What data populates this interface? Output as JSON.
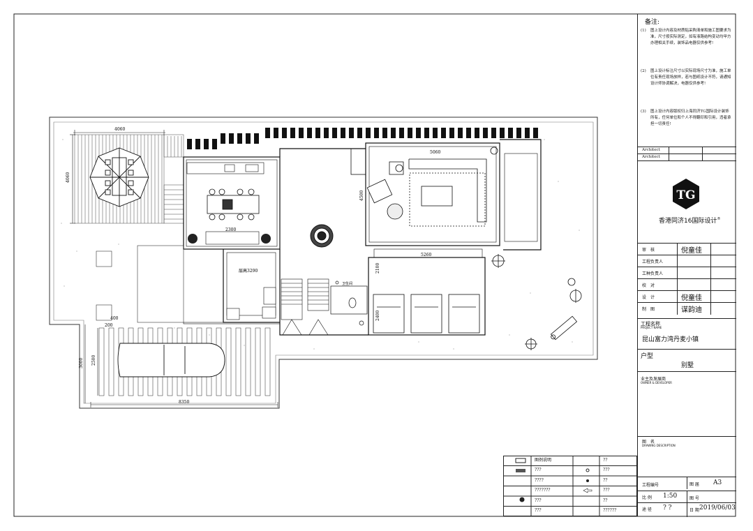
{
  "drawing": {
    "dimensions": {
      "d4060_top": "4060",
      "d4060_left": "4060",
      "d2300": "2300",
      "d5060": "5060",
      "d4500": "4500",
      "d5260": "5260",
      "d2100": "2100",
      "d2400": "2400",
      "d400": "400",
      "d200": "200",
      "d3000": "3000",
      "d2500": "2500",
      "d8350": "8350"
    },
    "labels": {
      "ceiling": "层高3290",
      "bath_label": "卫生间"
    }
  },
  "title_block": {
    "notes_heading": "备注:",
    "notes": [
      {
        "num": "(1)",
        "text": "图上设计内容及材质贴采购清单和施工图要求为准，尺寸按实际测定，如有液路结构变动均甲方办理相关手续，装饰品电器仅供参考!"
      },
      {
        "num": "(2)",
        "text": "图上设计标注尺寸以实际现场尺寸为准，施工单位有责任现场放样，若与图纸设计不符，请通知设计师协调解决，电器仅供参考!"
      },
      {
        "num": "(3)",
        "text": "图上设计内容版权归上海同济TG国际设计装饰所有，任何单位和个人不得翻印和引用，违者承担一切责任!"
      }
    ],
    "architect_rows": [
      "Architect",
      "Architect"
    ],
    "logo_mark": "TG",
    "company": "香港同济16国际设计",
    "registered": "®",
    "staff": [
      {
        "role": "审　核",
        "name": "倪童佳"
      },
      {
        "role": "工程负责人",
        "name": ""
      },
      {
        "role": "工种负责人",
        "name": ""
      },
      {
        "role": "校　对",
        "name": ""
      },
      {
        "role": "设　计",
        "name": "倪童佳"
      },
      {
        "role": "制　图",
        "name": "谋韵迪"
      }
    ],
    "project_label": "工程名称",
    "project_label_en": "PROJECT NAME",
    "project_name": "昆山富力湾丹麦小镇",
    "type_label": "户型",
    "type_value": "别墅",
    "owner_label": "业主及发展商",
    "owner_label_en": "OWNER & DEVELOPER",
    "drawing_label": "图　名",
    "drawing_label_en": "DRAWING DESCRIPTION",
    "drawing_no_label": "工程编号",
    "sheet_label": "图 届",
    "sheet_value": "A3",
    "scale_label": "比 例",
    "scale_value": "1:50",
    "sheet_no_label": "图 号",
    "path_label": "途 径",
    "path_value": "? ?",
    "date_label": "日 期",
    "date_value": "2019/06/03"
  },
  "legend": {
    "rows": [
      [
        "图例说明",
        "",
        "??"
      ],
      [
        "???",
        "",
        "???"
      ],
      [
        "????",
        "",
        "??"
      ],
      [
        "???????",
        "",
        "???"
      ],
      [
        "???",
        "",
        "??"
      ],
      [
        "???",
        "",
        "??????"
      ]
    ]
  }
}
